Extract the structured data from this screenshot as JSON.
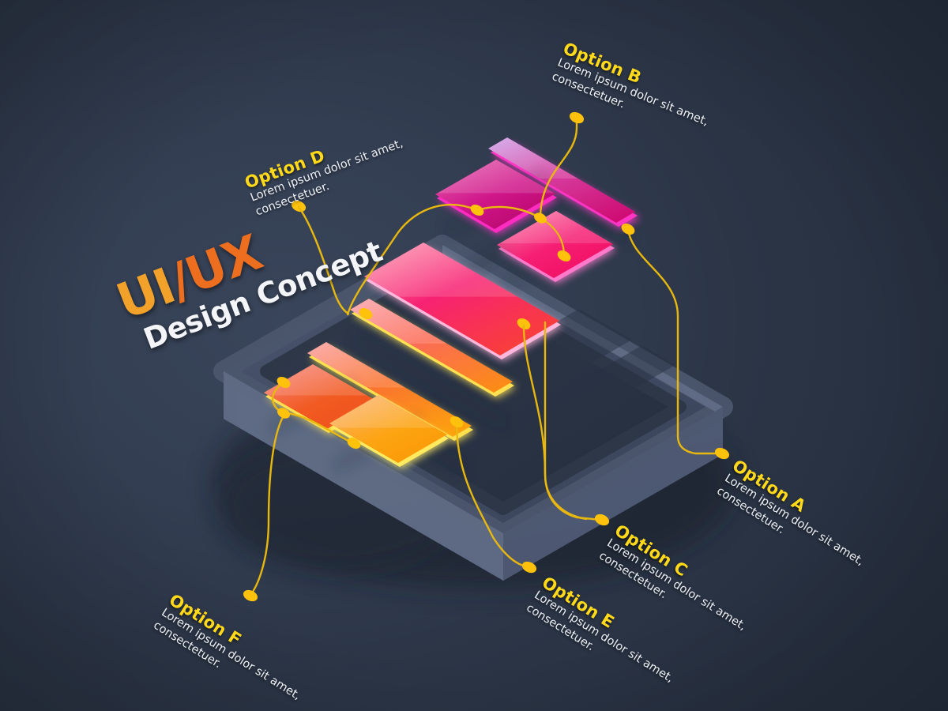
{
  "meta": {
    "background_color": "#2f394b",
    "accent_yellow": "#FFD91A",
    "connector_color": "#E8B80E"
  },
  "heading": {
    "part1": "UI",
    "slash": "/",
    "part2": "UX",
    "subtitle": "Design Concept"
  },
  "device": {
    "name": "isometric-phone",
    "body_color": "#3c465c",
    "edge_color": "#5c6880",
    "screen_color": "#2b3446"
  },
  "callouts": [
    {
      "id": "A",
      "title": "Option A",
      "line1": "Lorem ipsum dolor sit amet,",
      "line2": "consectetuer."
    },
    {
      "id": "B",
      "title": "Option B",
      "line1": "Lorem ipsum dolor sit amet,",
      "line2": "consectetuer."
    },
    {
      "id": "C",
      "title": "Option C",
      "line1": "Lorem ipsum dolor sit amet,",
      "line2": "consectetuer."
    },
    {
      "id": "D",
      "title": "Option D",
      "line1": "Lorem ipsum dolor sit amet,",
      "line2": "consectetuer."
    },
    {
      "id": "E",
      "title": "Option E",
      "line1": "Lorem ipsum dolor sit amet,",
      "line2": "consectetuer."
    },
    {
      "id": "F",
      "title": "Option F",
      "line1": "Lorem ipsum dolor sit amet,",
      "line2": "consectetuer."
    }
  ],
  "cards": [
    {
      "name": "card-purple-bar",
      "from": "#C98BDC",
      "to": "#D1177E",
      "glow": "#FF3BC7"
    },
    {
      "name": "card-magenta-tile",
      "from": "#E055A8",
      "to": "#C1066E",
      "glow": "#FF30C8"
    },
    {
      "name": "card-pink-tile",
      "from": "#FB7FA8",
      "to": "#F4116B",
      "glow": "#FF7FD0"
    },
    {
      "name": "card-pink-wide",
      "from": "#FB8AA6",
      "to": "#F4304B",
      "glow": "#FFB0D8"
    },
    {
      "name": "card-salmon-bar",
      "from": "#F98D92",
      "to": "#FA7026",
      "glow": "#FFE259"
    },
    {
      "name": "card-coral-bar",
      "from": "#F98F86",
      "to": "#F9861E",
      "glow": "#FFE259"
    },
    {
      "name": "card-orange-tile",
      "from": "#F4736A",
      "to": "#F05A23",
      "glow": "#FFE259"
    },
    {
      "name": "card-amber-tile",
      "from": "#FBA962",
      "to": "#FCA00C",
      "glow": "#FFEF6B"
    }
  ]
}
